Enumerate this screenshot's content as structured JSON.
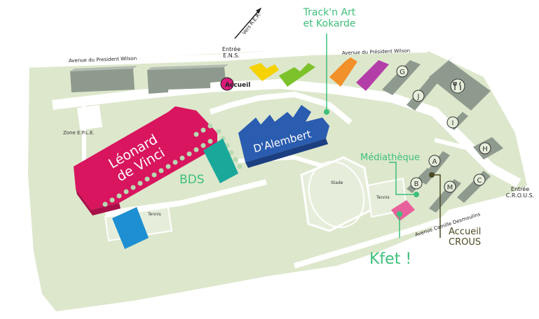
{
  "colors": {
    "ground": "#dde7cc",
    "road": "#ffffff",
    "building_gray": "#8f9a8f",
    "leonard": "#d8155e",
    "dalembert": "#2a5cb0",
    "bds": "#1aa89b",
    "tennis_blue": "#1e8fd2",
    "kfet": "#e8609c",
    "accent_green": "#3dbf7a",
    "crous_dark": "#4c4a22",
    "yellow": "#f5d200",
    "lime": "#7cc22a",
    "orange": "#f2902a",
    "purple": "#b43ea8",
    "accueil_pink": "#d81b7a"
  },
  "labels": {
    "track_title": "Track'n Art\net Kokarde",
    "accueil": "Accueil",
    "entree_ens": "Entrée\nE.N.S.",
    "vers_rer": "Vers R.E.R.",
    "av_wilson_left": "Avenue du President Wilson",
    "av_wilson_right": "Avenue du Président Wilson",
    "zone_eple": "Zone E.P.L.E.",
    "leonard": "Léonard\nde Vinci",
    "dalembert": "D'Alembert",
    "bds": "BDS",
    "tennis_left": "Tennis",
    "stade": "Stade",
    "tennis_right": "Tennis",
    "mediatheque": "Médiathèque",
    "accueil_crous": "Accueil\nCROUS",
    "kfet": "Kfet !",
    "av_desmoulins": "Avenue Camille Desmoulins",
    "entree_crous": "Entrée\nC.R.O.U.S."
  },
  "markers": {
    "g": "G",
    "j": "J",
    "i": "I",
    "h": "H",
    "a": "A",
    "b": "B",
    "m": "M",
    "c": "C",
    "restaurant_icon": "restaurant-icon"
  }
}
